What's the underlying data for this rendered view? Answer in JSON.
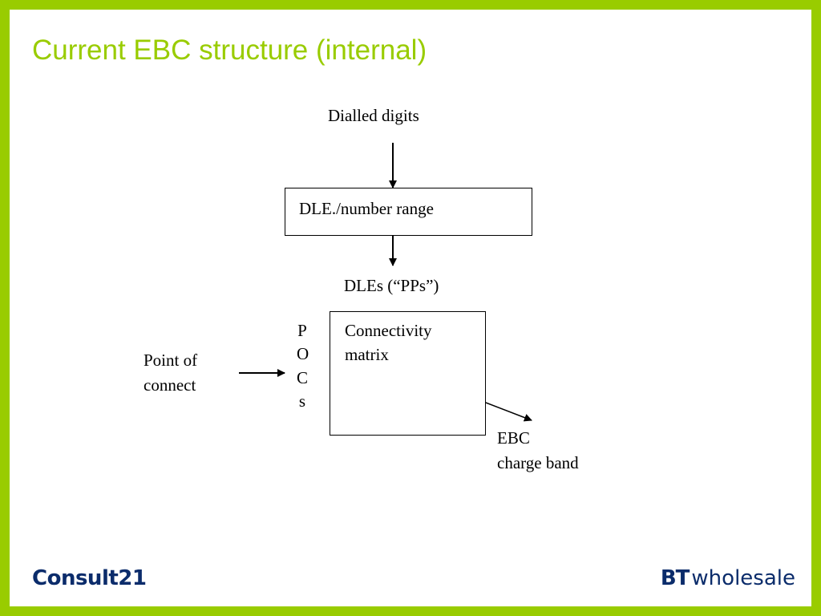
{
  "colors": {
    "frame": "#99cc00",
    "title": "#99cc00",
    "footer": "#0b2c6b",
    "ink": "#000000"
  },
  "slide": {
    "title": "Current EBC structure (internal)"
  },
  "diagram": {
    "dialled_digits": "Dialled digits",
    "dle_box_label": "DLE./number range",
    "dles_label": "DLEs (“PPs”)",
    "pocs_letters": [
      "P",
      "O",
      "C",
      "s"
    ],
    "point_of_connect": [
      "Point of",
      "connect"
    ],
    "matrix_label": [
      "Connectivity",
      "matrix"
    ],
    "ebc_label": [
      "EBC",
      "charge band"
    ]
  },
  "footer": {
    "left_logo": "Consult21",
    "right_logo_mark": "BT",
    "right_logo_text": "wholesale"
  }
}
